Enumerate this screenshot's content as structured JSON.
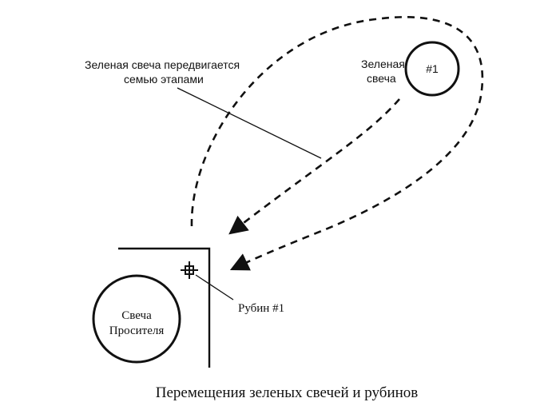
{
  "annotation": {
    "line1": "Зеленая свеча передвигается",
    "line2": "семью этапами"
  },
  "green_candle": {
    "label_line1": "Зеленая",
    "label_line2": "свеча",
    "number": "#1"
  },
  "petitioner_candle": {
    "line1": "Свеча",
    "line2": "Просителя"
  },
  "ruby": {
    "label": "Рубин #1"
  },
  "caption": "Перемещения зеленых свечей и рубинов",
  "colors": {
    "ink": "#111111",
    "background": "#ffffff"
  }
}
